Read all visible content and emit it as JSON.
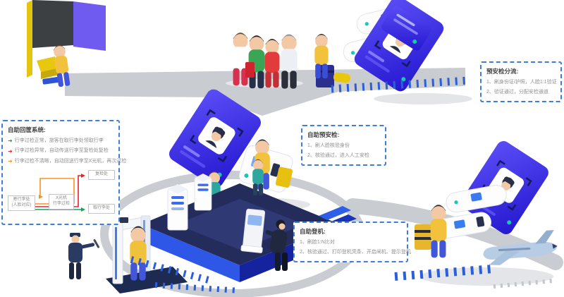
{
  "boxes": {
    "pre_security": {
      "title": "预安检分流:",
      "items": [
        "1、刷身份证/护照，人脸1:1验证",
        "2、验证通过，分配安检通道"
      ]
    },
    "basket_return": {
      "title": "自助回筐系统:",
      "items": [
        {
          "arrow": "➜",
          "color": "#12a355",
          "text": "行李过检正常，旅客在取行李处领取行李"
        },
        {
          "arrow": "➜",
          "color": "#e8212d",
          "text": "行李过检异常，自动传送行李至复检处复检"
        },
        {
          "arrow": "➜",
          "color": "#f6921e",
          "text": "行李过检不清晰，自动回送行李至X光机，再次过检"
        }
      ],
      "diagram": {
        "drop_line1": "寄行李处",
        "drop_line2": "(人脸对应)",
        "xray_line1": "X光机",
        "xray_line2": "行李过检",
        "recheck": "复检处",
        "claim": "取行李处"
      }
    },
    "self_presecurity": {
      "title": "自助预安检:",
      "items": [
        "1、刷人脸核验身份",
        "2、核验通过，进入人工安检"
      ]
    },
    "self_boarding": {
      "title": "自助登机:",
      "items": [
        "1、刷脸1:N比对",
        "2、核验通过、打印登机凭条、开启闸机、提示登机"
      ]
    }
  },
  "colors": {
    "callout_border": "#3f7ddd",
    "arrow_green": "#12a355",
    "arrow_red": "#e8212d",
    "arrow_orange": "#f6921e",
    "panel_indigo": "#4334ee",
    "machine_blue": "#2f6bf0",
    "road_gray": "#c9ccd1",
    "accent_teal": "#19c6b2",
    "shirt_yellow": "#f2c23c"
  }
}
